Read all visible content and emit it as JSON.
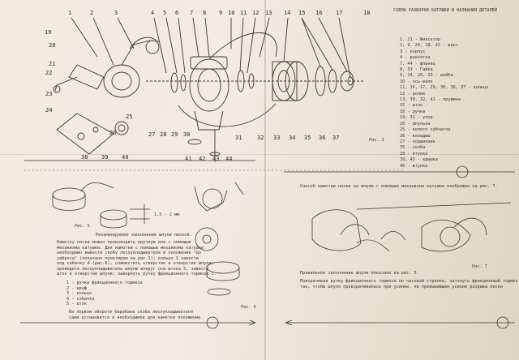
{
  "legend": {
    "title": "СХЕМА РАЗБОРКИ КАТУШКИ И НАЗВАНИЯ ДЕТАЛЕЙ",
    "items": [
      "1. 21 - Фиксатор",
      "2, 9, 24, 38, 42 - винт",
      "3 - корпус",
      "4 - рукоятка",
      "7, 44 - фланец",
      "8, 33 - Гайка",
      "9, 14, 20, 23 - шайба",
      "10 - ось-валк",
      "11, 16, 17, 29, 30, 36, 37 - кольцо",
      "12 - ролик",
      "13, 30, 32, 41 - пружина",
      "15 - шток",
      "18 - ручка",
      "19, 31 - упор",
      "20 - шпулька",
      "25 - колесо зубчатое",
      "26 - вкладыш",
      "27 - подшипник",
      "35 - скоба",
      "28 - втулка",
      "39, 43 - крышка",
      "40 - втулка"
    ]
  },
  "captions": {
    "fig2": "Рис. 2",
    "fig5": "Рис. 5",
    "fig6": "Рис. 6",
    "fig7": "Рис. 7",
    "winding": "Рекомендуемое заполнение шпули леской.",
    "dimension": "1,5 - 2 мм",
    "method_title": "Способ намотки лески на шпулю с помощью механизма катушки изображен на рис. 7.",
    "correct_filling": "Правильное заполнение шпули показано на рис. 5."
  },
  "left_text": [
    "Намотку лески можно производить вручную или с помощью",
    "механизма катушки. Для намотки с помощью механизма катушки",
    "необходимо вывести скобу лесоукладывателя в положение \"до",
    "заброса\" (показано пунктиром на рис.1); кольцо 3 завести",
    "под собачку 4 (рис.6), совместить отверстие в отверстие шпули;",
    "проведите лесоукладыватель шпулю вокруг оси штока 5, завести",
    "шток в отверстие шпули; завернуть ручку фрикционного тормоза 1."
  ],
  "parts_list": [
    "1 - ручка фрикционного тормоза",
    "2 - шкаф",
    "3 - кольцо",
    "4 - собачка",
    "5 - шток"
  ],
  "bottom_text": [
    "На первом обороте барабана скоба лесоукладывателя",
    "сама установится в необходимое для намотки положение."
  ],
  "right_text": [
    "Поворачивая ручку фрикционного тормоза по часовой стрелке, затянуть фрикционный тормоз",
    "так, чтобы шпуля проворачивалась при усилии, не превышающем усилие разрыва лески"
  ],
  "callouts": {
    "top": [
      "1",
      "2",
      "3",
      "4",
      "5",
      "6",
      "7",
      "8",
      "9",
      "10",
      "11",
      "12",
      "13",
      "14",
      "15",
      "16",
      "17",
      "18"
    ],
    "left": [
      "19",
      "20",
      "21",
      "22",
      "23",
      "24",
      "25",
      "26"
    ],
    "bottom": [
      "38",
      "39",
      "40",
      "27",
      "28",
      "29",
      "30",
      "31",
      "41",
      "42",
      "43",
      "44",
      "32",
      "33",
      "34",
      "35",
      "36",
      "37"
    ]
  }
}
